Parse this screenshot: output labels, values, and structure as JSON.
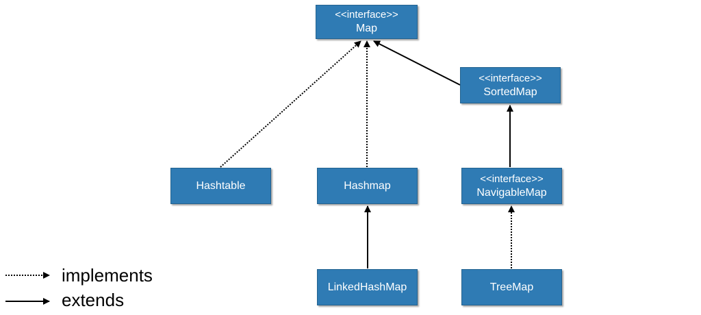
{
  "nodes": {
    "map": {
      "stereotype": "<<interface>>",
      "name": "Map"
    },
    "sortedmap": {
      "stereotype": "<<interface>>",
      "name": "SortedMap"
    },
    "hashtable": {
      "name": "Hashtable"
    },
    "hashmap": {
      "name": "Hashmap"
    },
    "navigablemap": {
      "stereotype": "<<interface>>",
      "name": "NavigableMap"
    },
    "linkedhashmap": {
      "name": "LinkedHashMap"
    },
    "treemap": {
      "name": "TreeMap"
    }
  },
  "legend": {
    "implements": "implements",
    "extends": "extends"
  },
  "colors": {
    "node_fill": "#2f7bb4",
    "node_text": "#ffffff",
    "edge": "#000000"
  }
}
